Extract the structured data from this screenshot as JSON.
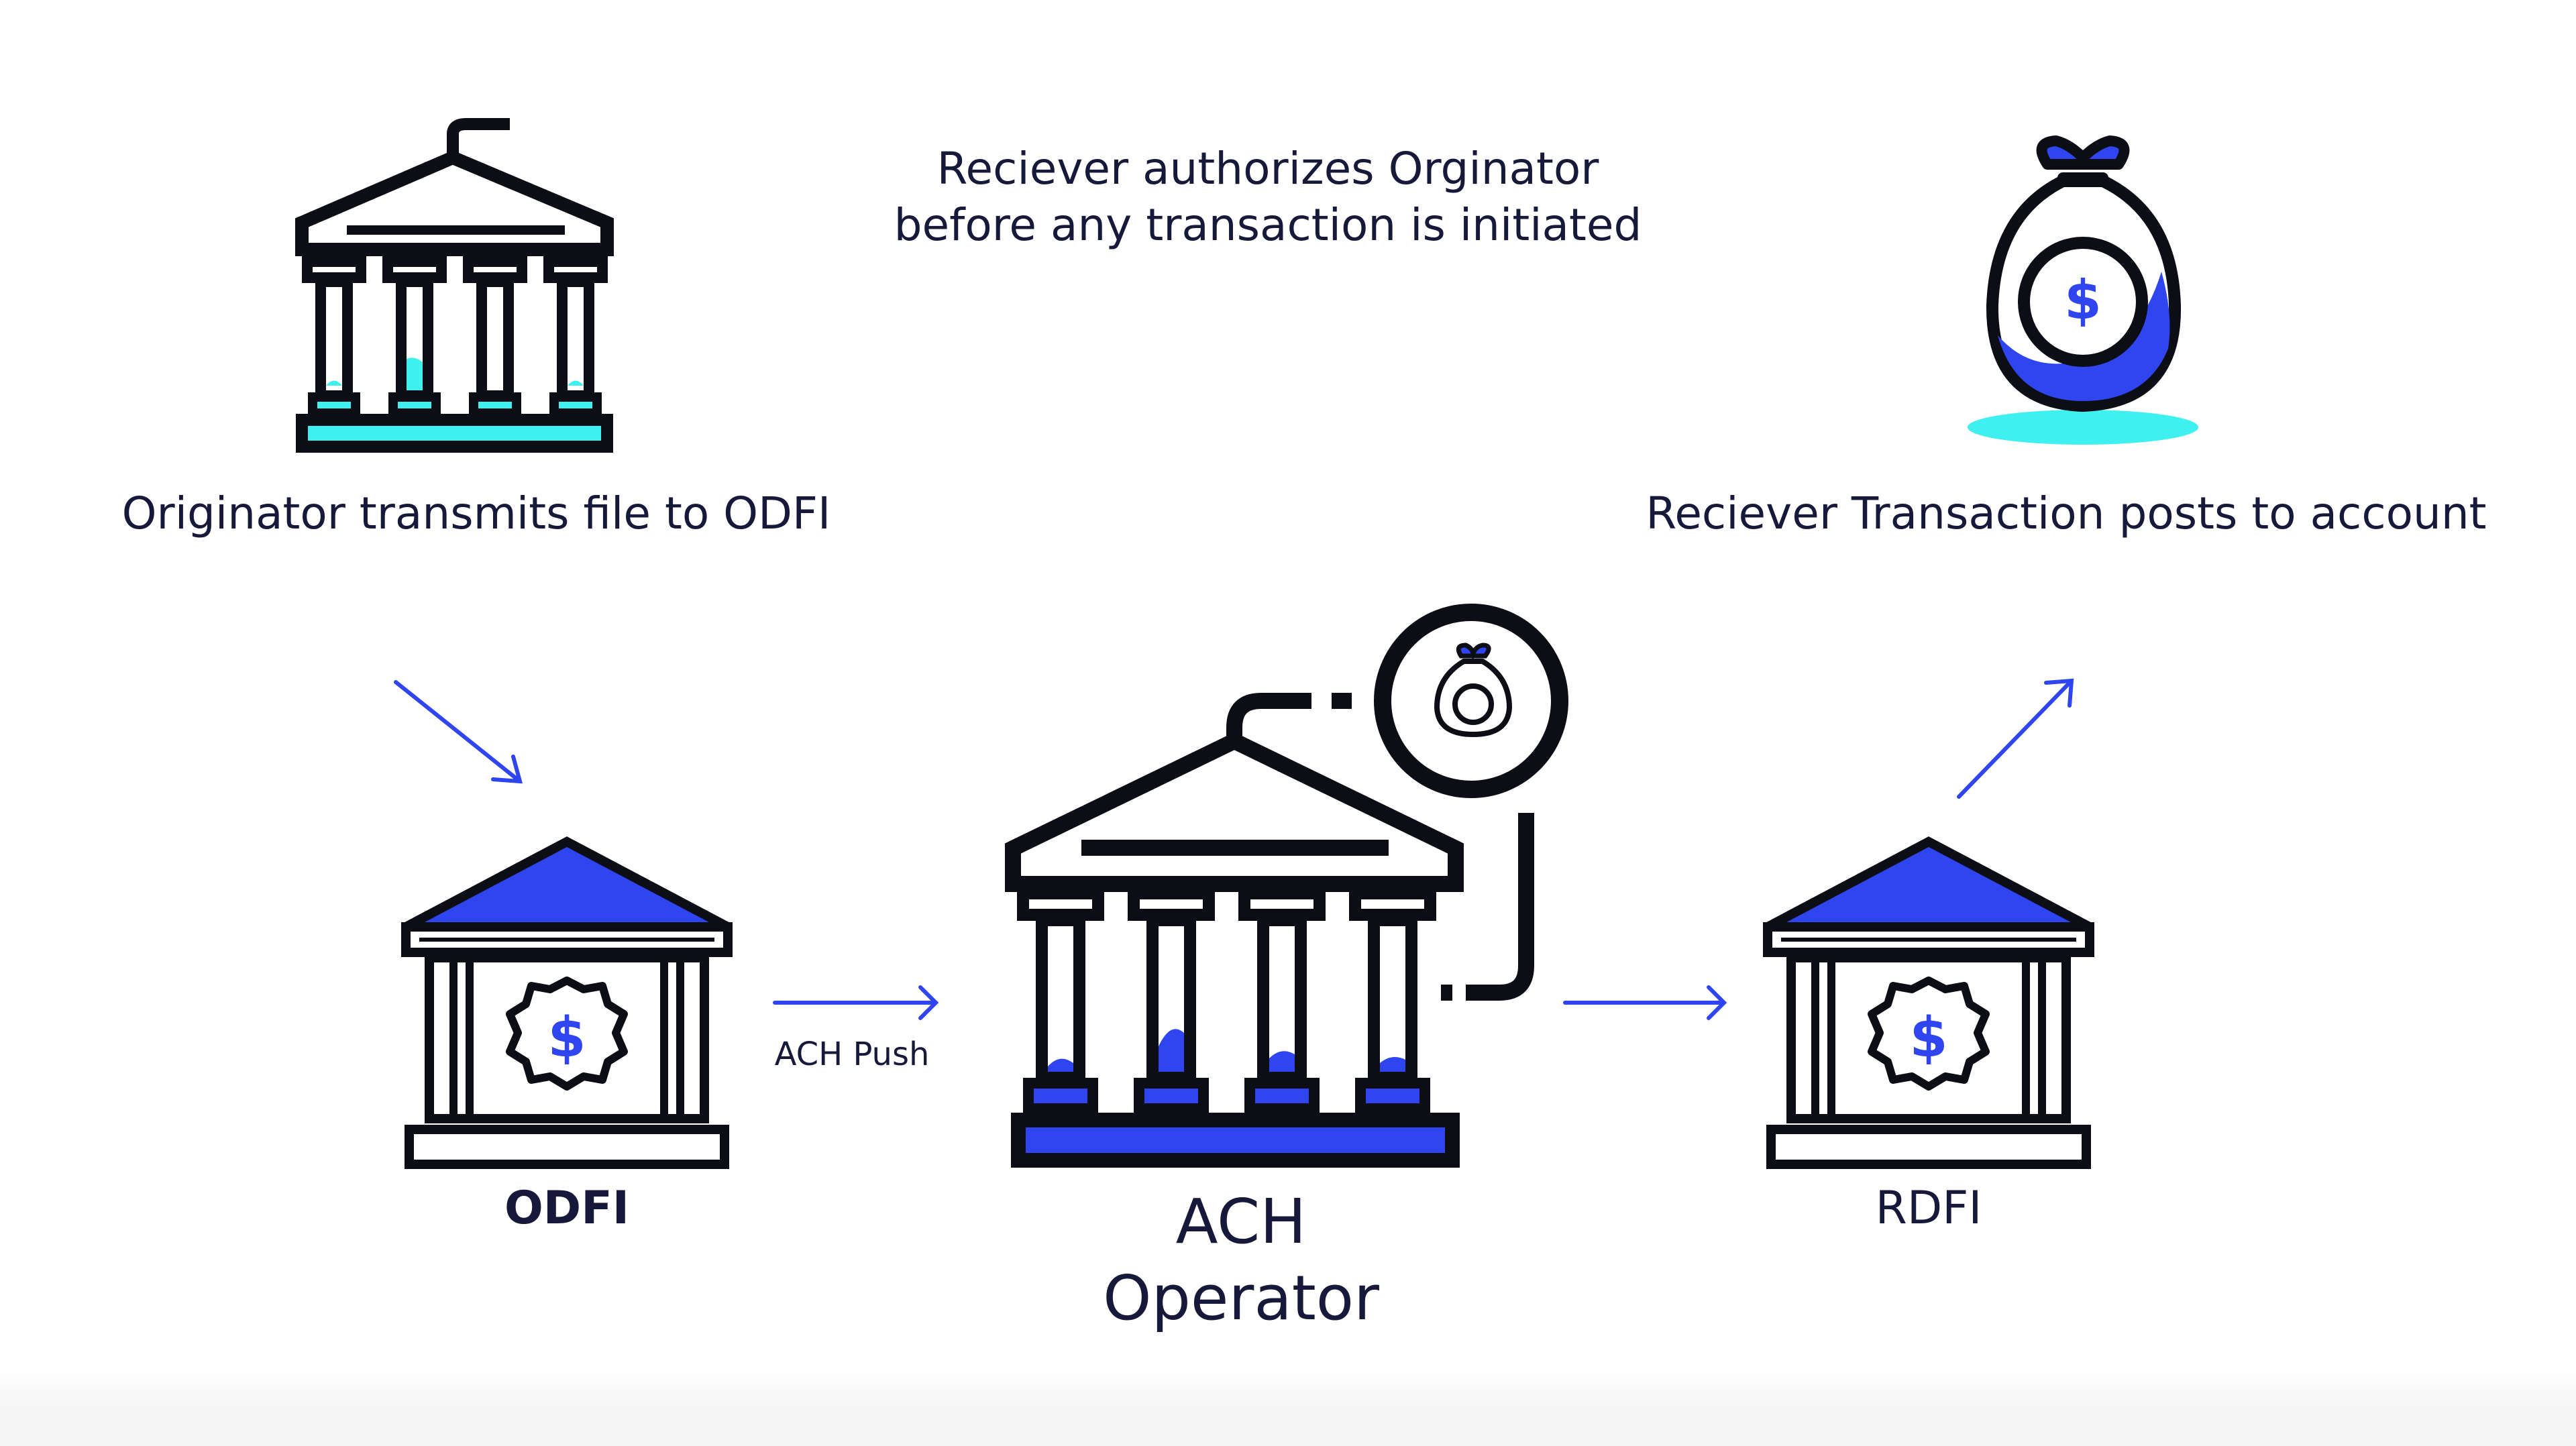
{
  "diagram": {
    "title_note": "Reciever authorizes Orginator\nbefore any transaction is initiated",
    "originator_step": "Originator transmits file to ODFI",
    "receiver_step": "Reciever Transaction posts to account",
    "push_label": "ACH Push",
    "odfi": "ODFI",
    "operator": "ACH\nOperator",
    "rdfi": "RDFI",
    "dollar_symbol": "$"
  },
  "colors": {
    "ink": "#0d0d16",
    "text": "#17193a",
    "accent_blue": "#2f45f0",
    "accent_cyan": "#3ef0ef",
    "background": "#ffffff"
  },
  "icons": {
    "originator": "bank-building-icon",
    "receiver": "money-bag-icon",
    "odfi": "bank-with-dollar-icon",
    "operator": "bank-building-icon",
    "operator_badge": "money-bag-badge-icon",
    "rdfi": "bank-with-dollar-icon",
    "arrows": "arrow-icon"
  }
}
